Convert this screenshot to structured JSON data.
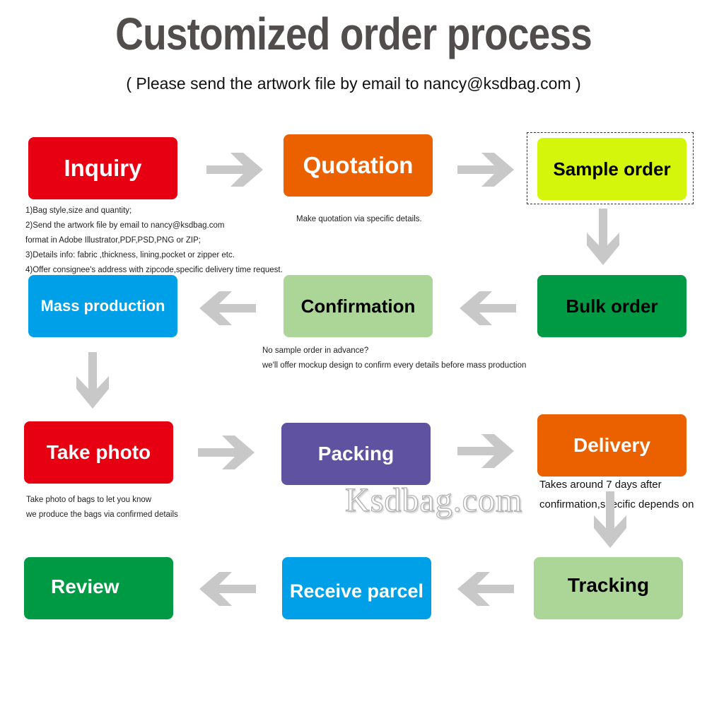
{
  "header": {
    "title": "Customized order process",
    "subtitle": "( Please send the artwork file by email to nancy@ksdbag.com )"
  },
  "colors": {
    "red": "#e60012",
    "orange": "#eb6100",
    "lime": "#d4f60a",
    "blue": "#00a0e9",
    "light_green": "#acd598",
    "green": "#009944",
    "purple": "#5f52a0",
    "arrow_gray": "#c8c8c8",
    "title_gray": "#524d4d"
  },
  "steps": {
    "inquiry": {
      "label": "Inquiry",
      "color": "#e60012",
      "text_color": "#ffffff"
    },
    "quotation": {
      "label": "Quotation",
      "color": "#eb6100",
      "text_color": "#ffffff"
    },
    "sample_order": {
      "label": "Sample order",
      "color": "#d4f60a",
      "text_color": "#000000"
    },
    "bulk_order": {
      "label": "Bulk order",
      "color": "#009944",
      "text_color": "#000000"
    },
    "confirmation": {
      "label": "Confirmation",
      "color": "#acd598",
      "text_color": "#000000"
    },
    "mass_production": {
      "label": "Mass production",
      "color": "#00a0e9",
      "text_color": "#ffffff"
    },
    "take_photo": {
      "label": "Take photo",
      "color": "#e60012",
      "text_color": "#ffffff"
    },
    "packing": {
      "label": "Packing",
      "color": "#5f52a0",
      "text_color": "#ffffff"
    },
    "delivery": {
      "label": "Delivery",
      "color": "#eb6100",
      "text_color": "#ffffff"
    },
    "tracking": {
      "label": "Tracking",
      "color": "#acd598",
      "text_color": "#000000"
    },
    "receive_parcel": {
      "label": "Receive parcel",
      "color": "#00a0e9",
      "text_color": "#ffffff"
    },
    "review": {
      "label": "Review",
      "color": "#009944",
      "text_color": "#ffffff"
    }
  },
  "notes": {
    "inquiry": [
      "1)Bag style,size and quantity;",
      "2)Send the artwork file by email to nancy@ksdbag.com",
      "format in Adobe Illustrator,PDF,PSD,PNG or ZIP;",
      "3)Details info: fabric ,thickness, lining,pocket or zipper etc.",
      "4)Offer consignee's address with zipcode,specific delivery time request."
    ],
    "quotation": [
      "Make quotation via specific details."
    ],
    "confirmation": [
      "No sample order in advance?",
      "we'll offer mockup design to confirm every details before mass production"
    ],
    "take_photo": [
      "Take photo of bags to let you know",
      "we produce the bags via confirmed details"
    ],
    "delivery": [
      "Takes around  7  days after",
      "confirmation,specific depends on"
    ]
  },
  "arrows": [
    {
      "from": "inquiry",
      "to": "quotation",
      "direction": "right"
    },
    {
      "from": "quotation",
      "to": "sample_order",
      "direction": "right"
    },
    {
      "from": "sample_order",
      "to": "bulk_order",
      "direction": "down"
    },
    {
      "from": "bulk_order",
      "to": "confirmation",
      "direction": "left"
    },
    {
      "from": "confirmation",
      "to": "mass_production",
      "direction": "left"
    },
    {
      "from": "mass_production",
      "to": "take_photo",
      "direction": "down"
    },
    {
      "from": "take_photo",
      "to": "packing",
      "direction": "right"
    },
    {
      "from": "packing",
      "to": "delivery",
      "direction": "right"
    },
    {
      "from": "delivery",
      "to": "tracking",
      "direction": "down"
    },
    {
      "from": "tracking",
      "to": "receive_parcel",
      "direction": "left"
    },
    {
      "from": "receive_parcel",
      "to": "review",
      "direction": "left"
    }
  ],
  "watermark": "Ksdbag.com"
}
